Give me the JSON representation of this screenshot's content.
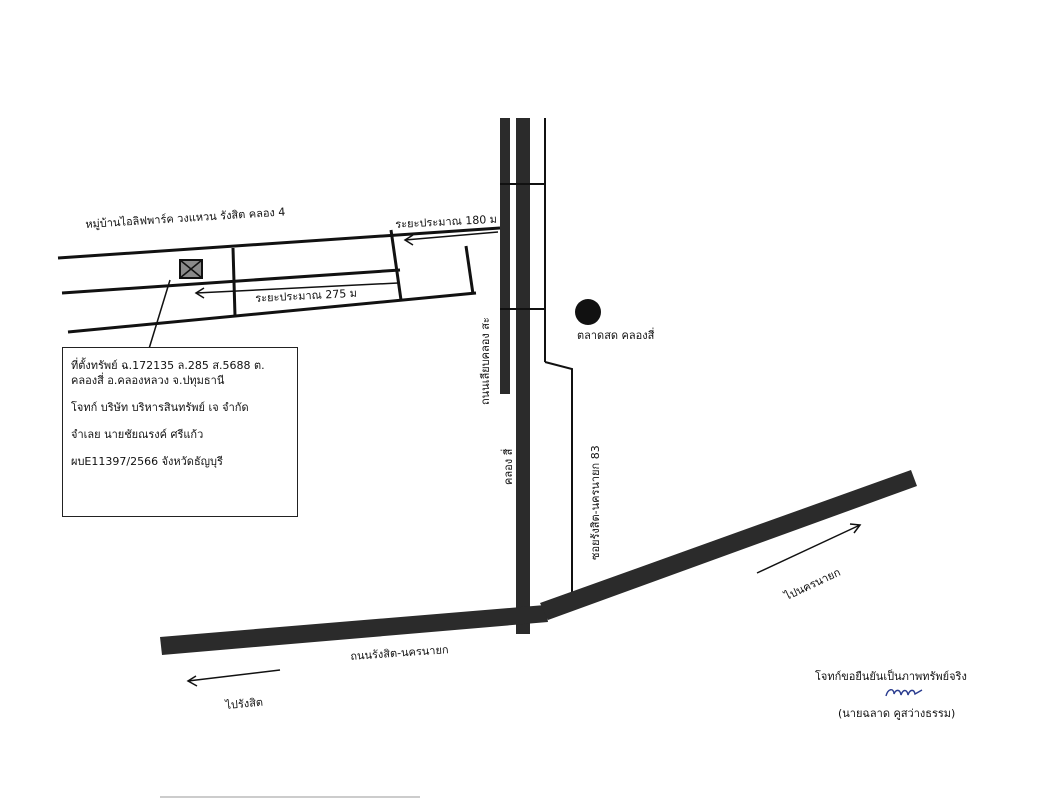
{
  "labels": {
    "village": "หมู่บ้านไอลิฟพาร์ค  วงแหวน รังสิต คลอง 4",
    "distance_180": "ระยะประมาณ 180 ม",
    "distance_275": "ระยะประมาณ 275 ม",
    "market": "ตลาดสด คลองสี่",
    "canal_road": "ถนนเลียบคลอง สะ",
    "canal": "คลอง สี่",
    "soi": "ซอยรังสิต-นครนายก 83",
    "main_road": "ถนนรังสิต-นครนายก",
    "to_nakhon_nayok": "ไปนครนายก",
    "to_rangsit": "ไปรังสิต"
  },
  "property_box": {
    "line1": "ที่ตั้งทรัพย์ ฉ.172135 ล.285 ส.5688 ต.",
    "line2": "คลองสี่ อ.คลองหลวง จ.ปทุมธานี",
    "line3": "โจทก์ บริษัท บริหารสินทรัพย์ เจ จำกัด",
    "line4": "จำเลย นายชัยณรงค์ ศรีแก้ว",
    "line5": "ผบE11397/2566 จังหวัดธัญบุรี"
  },
  "certification": {
    "statement": "โจทก์ขอยืนยันเป็นภาพทรัพย์จริง",
    "name": "(นายฉลาด คูสว่างธรรม)"
  },
  "colors": {
    "ink": "#111111",
    "road_fill": "#2b2b2b",
    "marker_fill": "#8a8a8a"
  }
}
